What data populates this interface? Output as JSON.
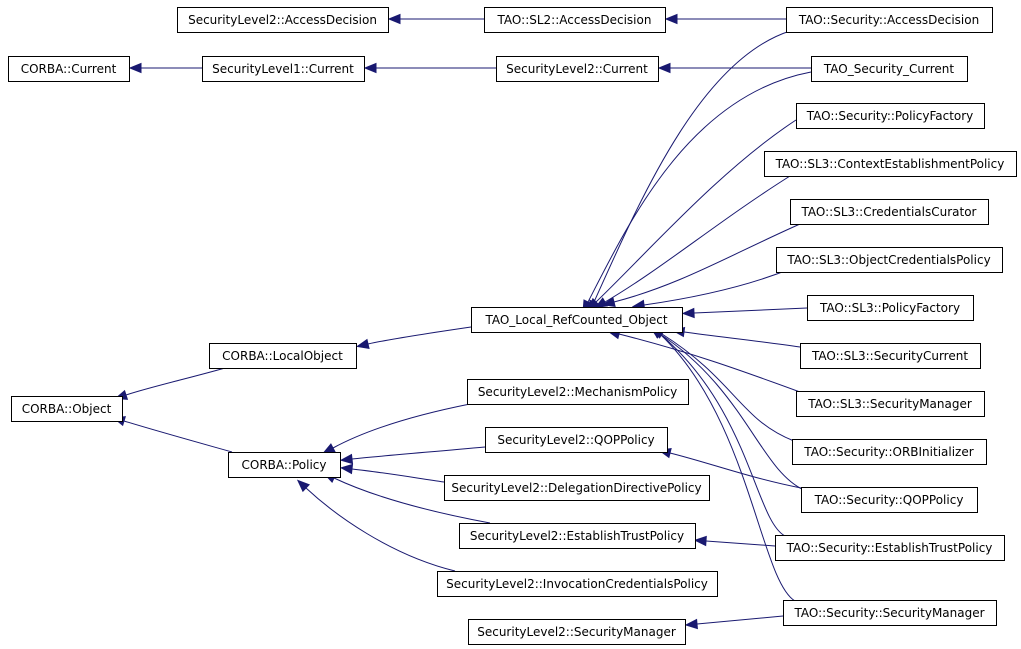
{
  "diagram": {
    "nodes": [
      {
        "id": "sl2_accessdecision",
        "label": "SecurityLevel2::AccessDecision"
      },
      {
        "id": "tao_sl2_accessdecision",
        "label": "TAO::SL2::AccessDecision"
      },
      {
        "id": "tao_security_accessdecision",
        "label": "TAO::Security::AccessDecision"
      },
      {
        "id": "corba_current",
        "label": "CORBA::Current"
      },
      {
        "id": "sl1_current",
        "label": "SecurityLevel1::Current"
      },
      {
        "id": "sl2_current",
        "label": "SecurityLevel2::Current"
      },
      {
        "id": "tao_security_current",
        "label": "TAO_Security_Current"
      },
      {
        "id": "tao_security_policyfactory",
        "label": "TAO::Security::PolicyFactory"
      },
      {
        "id": "tao_sl3_contextestablishmentpolicy",
        "label": "TAO::SL3::ContextEstablishmentPolicy"
      },
      {
        "id": "tao_sl3_credentialscurator",
        "label": "TAO::SL3::CredentialsCurator"
      },
      {
        "id": "tao_sl3_objectcredentialspolicy",
        "label": "TAO::SL3::ObjectCredentialsPolicy"
      },
      {
        "id": "tao_sl3_policyfactory",
        "label": "TAO::SL3::PolicyFactory"
      },
      {
        "id": "tao_local_refcounted_object",
        "label": "TAO_Local_RefCounted_Object"
      },
      {
        "id": "corba_localobject",
        "label": "CORBA::LocalObject"
      },
      {
        "id": "tao_sl3_securitycurrent",
        "label": "TAO::SL3::SecurityCurrent"
      },
      {
        "id": "tao_sl3_securitymanager",
        "label": "TAO::SL3::SecurityManager"
      },
      {
        "id": "corba_object",
        "label": "CORBA::Object"
      },
      {
        "id": "sl2_mechanismpolicy",
        "label": "SecurityLevel2::MechanismPolicy"
      },
      {
        "id": "tao_security_orbinitializer",
        "label": "TAO::Security::ORBInitializer"
      },
      {
        "id": "sl2_qoppolicy",
        "label": "SecurityLevel2::QOPPolicy"
      },
      {
        "id": "corba_policy",
        "label": "CORBA::Policy"
      },
      {
        "id": "sl2_delegationdirectivepolicy",
        "label": "SecurityLevel2::DelegationDirectivePolicy"
      },
      {
        "id": "tao_security_qoppolicy",
        "label": "TAO::Security::QOPPolicy"
      },
      {
        "id": "sl2_establishtrustpolicy",
        "label": "SecurityLevel2::EstablishTrustPolicy"
      },
      {
        "id": "tao_security_establishtrustpolicy",
        "label": "TAO::Security::EstablishTrustPolicy"
      },
      {
        "id": "sl2_invocationcredentialspolicy",
        "label": "SecurityLevel2::InvocationCredentialsPolicy"
      },
      {
        "id": "tao_security_securitymanager",
        "label": "TAO::Security::SecurityManager"
      },
      {
        "id": "sl2_securitymanager",
        "label": "SecurityLevel2::SecurityManager"
      }
    ],
    "edges": [
      {
        "from": "tao_sl2_accessdecision",
        "to": "sl2_accessdecision"
      },
      {
        "from": "tao_security_accessdecision",
        "to": "tao_sl2_accessdecision"
      },
      {
        "from": "sl1_current",
        "to": "corba_current"
      },
      {
        "from": "sl2_current",
        "to": "sl1_current"
      },
      {
        "from": "tao_security_current",
        "to": "sl2_current"
      },
      {
        "from": "corba_localobject",
        "to": "corba_object"
      },
      {
        "from": "corba_policy",
        "to": "corba_object"
      },
      {
        "from": "tao_local_refcounted_object",
        "to": "corba_localobject"
      },
      {
        "from": "tao_security_accessdecision",
        "to": "tao_local_refcounted_object"
      },
      {
        "from": "tao_security_current",
        "to": "tao_local_refcounted_object"
      },
      {
        "from": "tao_security_policyfactory",
        "to": "tao_local_refcounted_object"
      },
      {
        "from": "tao_sl3_contextestablishmentpolicy",
        "to": "tao_local_refcounted_object"
      },
      {
        "from": "tao_sl3_credentialscurator",
        "to": "tao_local_refcounted_object"
      },
      {
        "from": "tao_sl3_objectcredentialspolicy",
        "to": "tao_local_refcounted_object"
      },
      {
        "from": "tao_sl3_policyfactory",
        "to": "tao_local_refcounted_object"
      },
      {
        "from": "tao_sl3_securitycurrent",
        "to": "tao_local_refcounted_object"
      },
      {
        "from": "tao_sl3_securitymanager",
        "to": "tao_local_refcounted_object"
      },
      {
        "from": "tao_security_orbinitializer",
        "to": "tao_local_refcounted_object"
      },
      {
        "from": "tao_security_qoppolicy",
        "to": "tao_local_refcounted_object"
      },
      {
        "from": "tao_security_establishtrustpolicy",
        "to": "tao_local_refcounted_object"
      },
      {
        "from": "tao_security_securitymanager",
        "to": "tao_local_refcounted_object"
      },
      {
        "from": "sl2_mechanismpolicy",
        "to": "corba_policy"
      },
      {
        "from": "sl2_qoppolicy",
        "to": "corba_policy"
      },
      {
        "from": "sl2_delegationdirectivepolicy",
        "to": "corba_policy"
      },
      {
        "from": "sl2_establishtrustpolicy",
        "to": "corba_policy"
      },
      {
        "from": "sl2_invocationcredentialspolicy",
        "to": "corba_policy"
      },
      {
        "from": "tao_security_qoppolicy",
        "to": "sl2_qoppolicy"
      },
      {
        "from": "tao_security_establishtrustpolicy",
        "to": "sl2_establishtrustpolicy"
      },
      {
        "from": "tao_security_securitymanager",
        "to": "sl2_securitymanager"
      }
    ]
  }
}
